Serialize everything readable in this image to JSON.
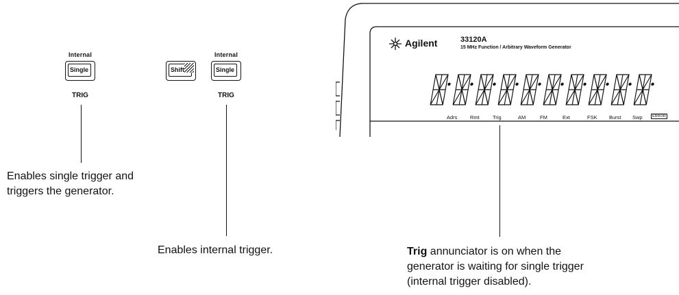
{
  "left_group": {
    "top_label": "Internal",
    "key_label": "Single",
    "trig_label": "TRIG",
    "caption_line1": "Enables single trigger and",
    "caption_line2": "triggers the generator."
  },
  "middle_group": {
    "shift_label": "Shift",
    "top_label": "Internal",
    "key_label": "Single",
    "trig_label": "TRIG",
    "caption": "Enables internal trigger."
  },
  "instrument": {
    "brand": "Agilent",
    "model": "33120A",
    "subtitle": "15 MHz Function / Arbitrary Waveform Generator",
    "annunciators": [
      "Adrs",
      "Rmt",
      "Trig",
      "AM",
      "FM",
      "Ext",
      "FSK",
      "Burst",
      "Swp",
      "ERROR"
    ]
  },
  "right_caption": {
    "bold": "Trig",
    "line1_rest": " annunciator is on when the",
    "line2": "generator is waiting for single trigger",
    "line3": "(internal trigger disabled)."
  }
}
